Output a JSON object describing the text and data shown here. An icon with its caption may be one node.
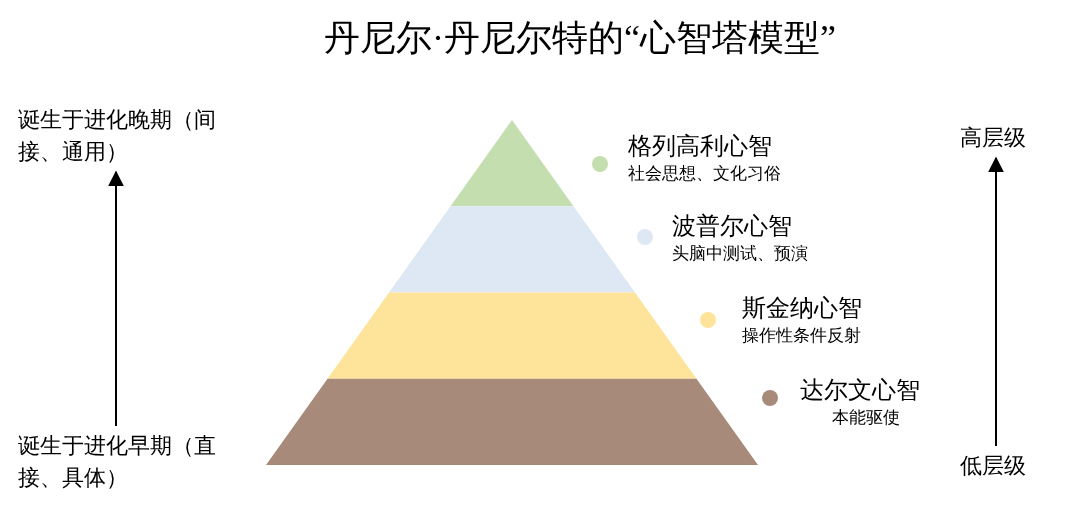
{
  "diagram": {
    "title": "丹尼尔·丹尼尔特的“心智塔模型”",
    "nodes": [
      {
        "text": [
          "诞生于进化晚期（间接、通用）"
        ]
      },
      {
        "text": [
          "诞生于进化早期（直接、具体）"
        ]
      },
      {
        "text": [
          "高层级"
        ]
      },
      {
        "text": [
          "低层级"
        ]
      }
    ],
    "edges": [
      {
        "from": 1,
        "to": 0,
        "arrow": "to"
      },
      {
        "from": 3,
        "to": 2,
        "arrow": "to"
      }
    ],
    "labels": [
      "社会思想、文化习俗",
      "头脑中测试、预演",
      "操作性条件反射",
      "本能驱使"
    ],
    "legend": [
      {
        "text": "格列高利心智",
        "color": "#c5deb0"
      },
      {
        "text": "波普尔心智",
        "color": "#dde8f4"
      },
      {
        "text": "斯金纳心智",
        "color": "#fde49a"
      },
      {
        "text": "达尔文心智",
        "color": "#a88a7a"
      }
    ]
  }
}
